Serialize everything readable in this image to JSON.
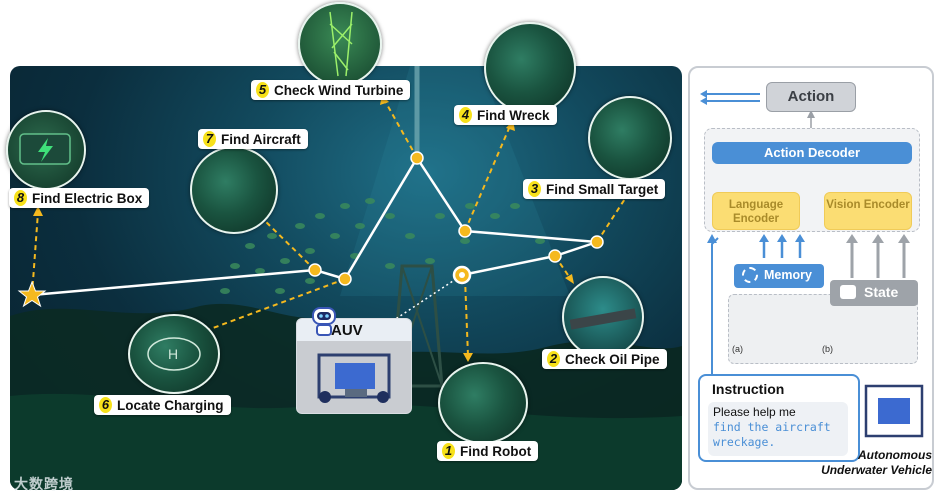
{
  "scene": {
    "tasks": [
      {
        "num": "1",
        "label": "Find Robot"
      },
      {
        "num": "2",
        "label": "Check Oil Pipe"
      },
      {
        "num": "3",
        "label": "Find Small Target"
      },
      {
        "num": "4",
        "label": "Find Wreck"
      },
      {
        "num": "5",
        "label": "Check Wind Turbine"
      },
      {
        "num": "6",
        "label": "Locate Charging"
      },
      {
        "num": "7",
        "label": "Find Aircraft"
      },
      {
        "num": "8",
        "label": "Find Electric Box"
      }
    ],
    "auv_label": "AUV",
    "watermark": "大数跨境",
    "colors": {
      "path": "#ffffff",
      "waypoint": "#f5b91e",
      "dashed": "#f5b91e",
      "start_star": "#f5b91e"
    }
  },
  "panel": {
    "action": "Action",
    "action_decoder": "Action Decoder",
    "language_encoder": "Language Encoder",
    "vision_encoder": "Vision Encoder",
    "memory": "Memory",
    "state": "State",
    "obs_a": "(a)",
    "obs_b": "(b)",
    "instruction_title": "Instruction",
    "instruction_text": "Please help me",
    "instruction_highlight": "find the aircraft wreckage.",
    "auv_caption": "Autonomous Underwater Vehicle",
    "colors": {
      "accent": "#4a8fd6",
      "encoder": "#fbdd73",
      "state": "#9ea3a9"
    }
  }
}
